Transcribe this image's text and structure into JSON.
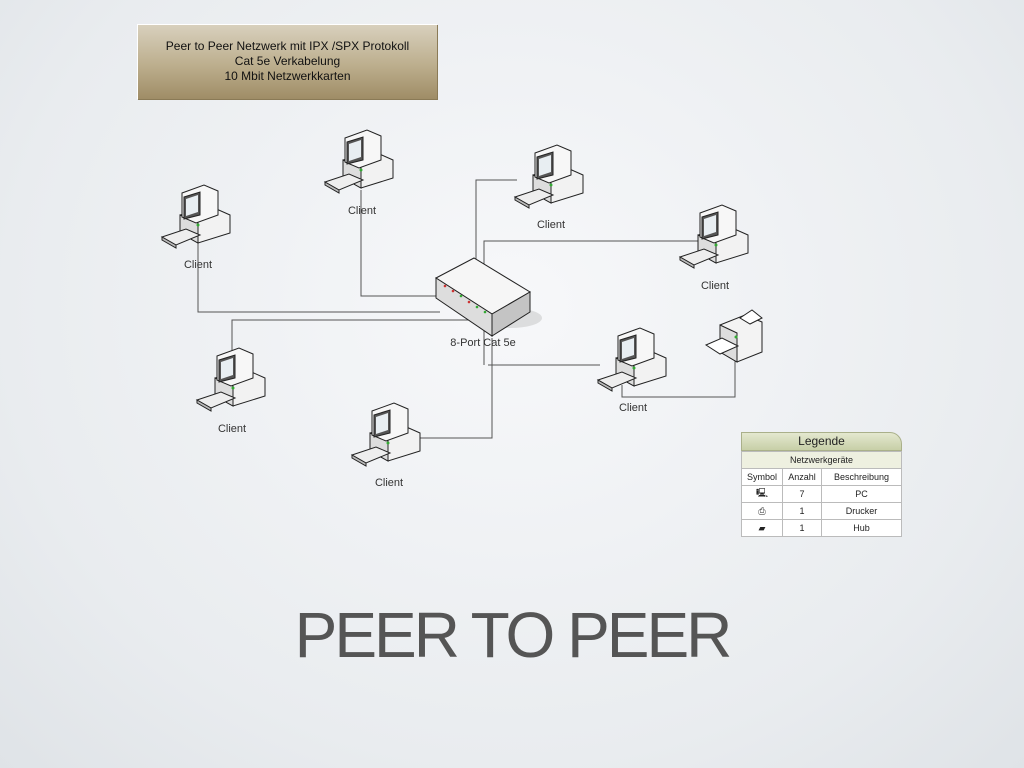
{
  "info_box": {
    "lines": [
      "Peer to Peer Netzwerk mit IPX /SPX Protokoll",
      "Cat 5e Verkabelung",
      "10 Mbit Netzwerkkarten"
    ]
  },
  "devices": {
    "clients": [
      "Client",
      "Client",
      "Client",
      "Client",
      "Client",
      "Client",
      "Client"
    ],
    "hub_label": "8-Port Cat 5e"
  },
  "legend": {
    "title": "Legende",
    "subtitle": "Netzwerkgeräte",
    "columns": [
      "Symbol",
      "Anzahl",
      "Beschreibung"
    ],
    "rows": [
      {
        "symbol": "pc-icon",
        "count": "7",
        "description": "PC"
      },
      {
        "symbol": "printer-icon",
        "count": "1",
        "description": "Drucker"
      },
      {
        "symbol": "hub-icon",
        "count": "1",
        "description": "Hub"
      }
    ]
  },
  "slide_title": "PEER TO PEER"
}
